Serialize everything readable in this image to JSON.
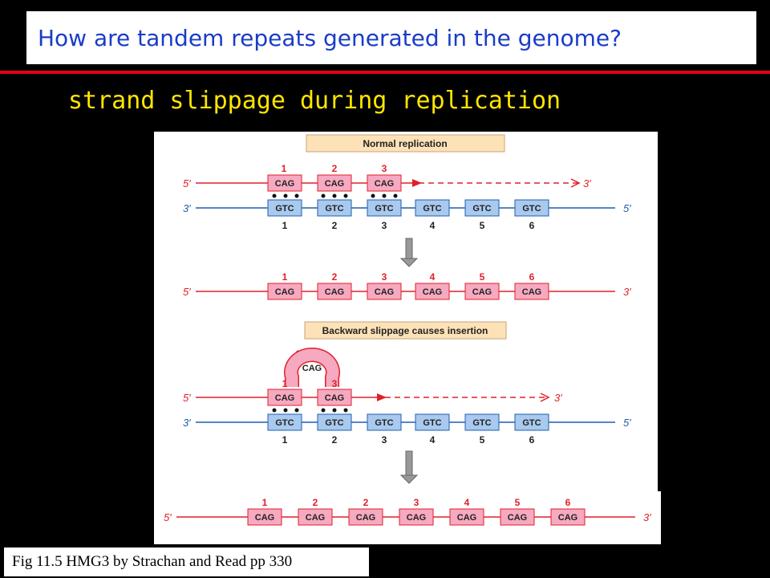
{
  "slide": {
    "title": "How are tandem repeats generated in the genome?",
    "subtitle": "strand slippage during replication",
    "caption": "Fig 11.5 HMG3 by Strachan and Read pp 330"
  },
  "figure": {
    "normal_replication_label": "Normal replication",
    "backward_slippage_label": "Backward slippage causes insertion",
    "strand_5prime": "5′",
    "strand_3prime": "3′",
    "repeat_top": "CAG",
    "repeat_bottom": "GTC",
    "looped_repeat": "CAG",
    "numbers": [
      "1",
      "2",
      "3",
      "4",
      "5",
      "6"
    ],
    "colors": {
      "top_strand": "#e0202a",
      "bottom_strand": "#1e5fb0",
      "top_fill": "#f6a9c0",
      "bottom_fill": "#a9c9ee",
      "label_fill": "#fde2b8"
    }
  }
}
